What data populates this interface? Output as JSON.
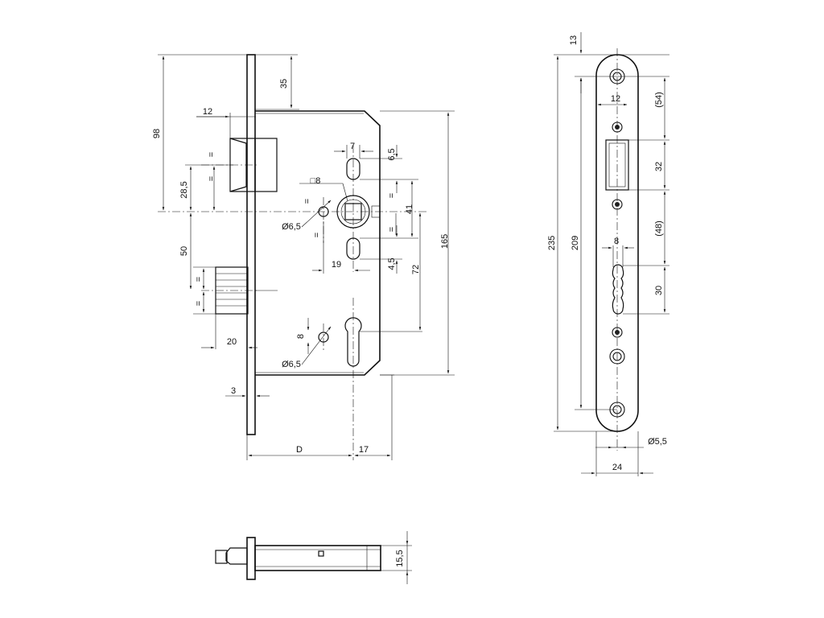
{
  "colors": {
    "line": "#111111",
    "background": "#ffffff"
  },
  "front_view": {
    "dims": {
      "d98": "98",
      "d35": "35",
      "d12": "12",
      "d7": "7",
      "d6_5": "6,5",
      "sq8": "□8",
      "d28_5": "28,5",
      "dia6_5_top": "Ø6,5",
      "d41": "41",
      "d50": "50",
      "d19": "19",
      "d4_5": "4,5",
      "d72": "72",
      "d165": "165",
      "eq1": "=",
      "eq2": "=",
      "eq3": "=",
      "eq4": "=",
      "eq5": "=",
      "eq6": "=",
      "eq7": "=",
      "eq8": "=",
      "d8": "8",
      "d20": "20",
      "dia6_5_bottom": "Ø6,5",
      "d3": "3",
      "dD": "D",
      "d17": "17"
    }
  },
  "faceplate_view": {
    "dims": {
      "d13": "13",
      "d54": "(54)",
      "d12": "12",
      "d32": "32",
      "d235": "235",
      "d209": "209",
      "d48": "(48)",
      "d8": "8",
      "d30": "30",
      "dia5_5": "Ø5,5",
      "d24": "24"
    }
  },
  "bottom_view": {
    "dims": {
      "d15_5": "15,5"
    }
  }
}
